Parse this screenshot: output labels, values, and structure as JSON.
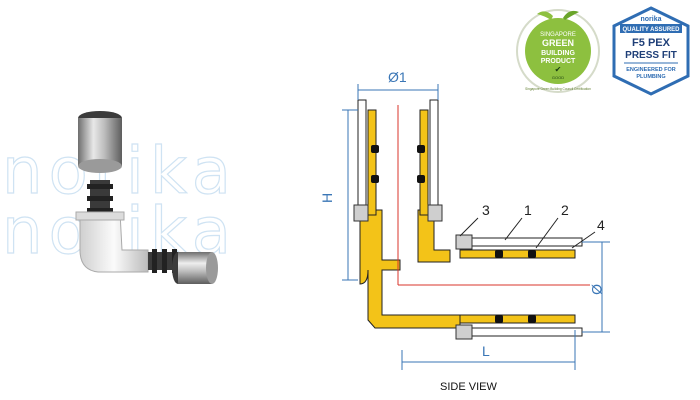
{
  "watermark": {
    "line1": "norika",
    "line2": "norika"
  },
  "badge_green": {
    "line1": "SINGAPORE",
    "line2": "GREEN",
    "line3": "BUILDING",
    "line4": "PRODUCT",
    "rating": "GOOD",
    "ring_text": "Singapore Green Building Council Certification"
  },
  "badge_norika": {
    "brand": "norika",
    "tag": "QUALITY ASSURED",
    "title1": "F5 PEX",
    "title2": "PRESS FIT",
    "sub1": "ENGINEERED FOR",
    "sub2": "PLUMBING"
  },
  "diagram": {
    "dim_top": "Ø1",
    "dim_height": "H",
    "dim_length": "L",
    "dim_right": "Ø",
    "callouts": [
      "3",
      "1",
      "2",
      "4"
    ]
  },
  "caption": "SIDE VIEW",
  "colors": {
    "brass": "#f3c318",
    "dimension": "#3a76b6",
    "centerline": "#d9342b",
    "watermark": "#cfe3f3"
  }
}
